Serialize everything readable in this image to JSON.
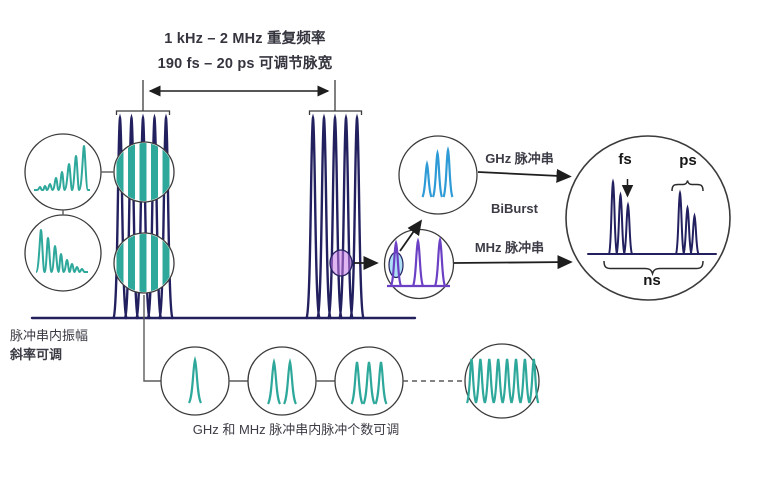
{
  "header": {
    "line1": "1 kHz – 2 MHz 重复频率",
    "line2": "190 fs – 20 ps 可调节脉宽"
  },
  "left_note": {
    "line1": "脉冲串内振幅",
    "line2": "斜率可调"
  },
  "flow": {
    "ghz_label": "GHz 脉冲串",
    "biburst_label": "BiBurst",
    "mhz_label": "MHz 脉冲串"
  },
  "detail": {
    "fs": "fs",
    "ps": "ps",
    "ns": "ns"
  },
  "footer": {
    "caption": "GHz 和 MHz 脉冲串内脉冲个数可调"
  },
  "colors": {
    "pulse_navy": "#23205f",
    "pulse_teal": "#2ea89b",
    "pulse_blue": "#2e9ad6",
    "pulse_purple": "#6b40c4",
    "highlight_magenta": "#c77ae8",
    "line_gray": "#5a5a5a"
  }
}
